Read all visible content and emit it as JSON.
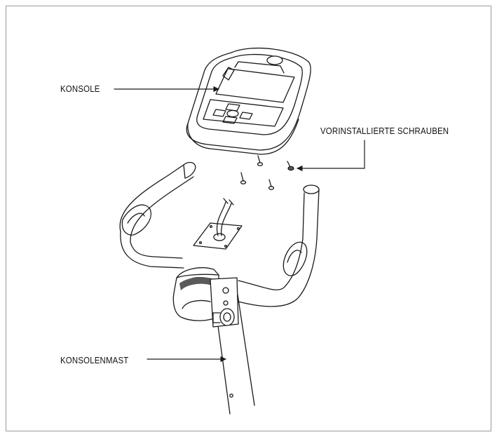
{
  "callouts": {
    "console": "KONSOLE",
    "screws": "VORINSTALLIERTE SCHRAUBEN",
    "console_mast": "KONSOLENMAST"
  },
  "colors": {
    "line": "#1a1a1a",
    "frame": "#9a9a9a",
    "shade": "#5a5a5a"
  }
}
